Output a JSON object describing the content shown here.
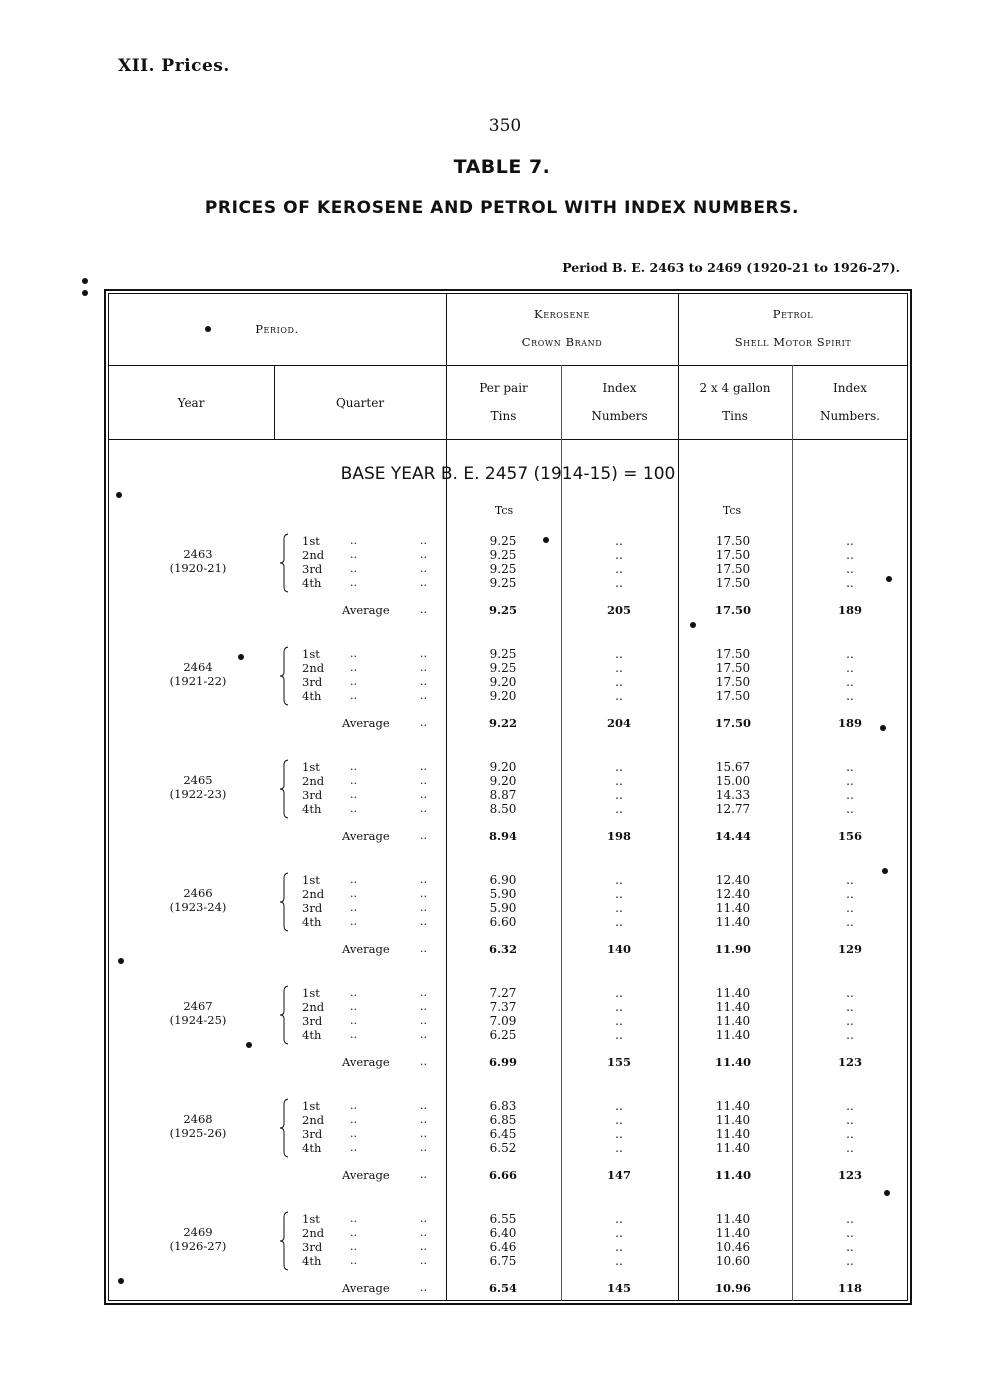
{
  "page": {
    "section_heading": "XII. Prices.",
    "page_number": "350",
    "table_number": "TABLE 7.",
    "title": "PRICES OF KEROSENE AND PETROL WITH INDEX NUMBERS.",
    "period_range": "Period B. E. 2463 to 2469 (1920-21 to 1926-27)."
  },
  "header": {
    "period": "Period.",
    "year": "Year",
    "quarter": "Quarter",
    "kerosene_group": "Kerosene",
    "kerosene_brand": "Crown Brand",
    "petrol_group": "Petrol",
    "petrol_brand": "Shell Motor Spirit",
    "kero_price_line1": "Per pair",
    "kero_price_line2": "Tins",
    "kero_index_line1": "Index",
    "kero_index_line2": "Numbers",
    "petrol_price_line1": "2 x 4 gallon",
    "petrol_price_line2": "Tins",
    "petrol_index_line1": "Index",
    "petrol_index_line2": "Numbers."
  },
  "base_year": "BASE YEAR B. E. 2457 (1914-15) = 100",
  "units": {
    "kerosene": "Tcs",
    "petrol": "Tcs"
  },
  "labels": {
    "average": "Average",
    "dots": "..",
    "q1": "1st",
    "q2": "2nd",
    "q3": "3rd",
    "q4": "4th"
  },
  "rows": [
    {
      "year": "2463",
      "span": "(1920-21)",
      "kero": [
        "9.25",
        "9.25",
        "9.25",
        "9.25"
      ],
      "kero_idx": [
        "..",
        "..",
        "..",
        ".."
      ],
      "petrol": [
        "17.50",
        "17.50",
        "17.50",
        "17.50"
      ],
      "petrol_idx": [
        "..",
        "..",
        "..",
        ".."
      ],
      "avg": {
        "kero": "9.25",
        "kero_idx": "205",
        "petrol": "17.50",
        "petrol_idx": "189"
      }
    },
    {
      "year": "2464",
      "span": "(1921-22)",
      "kero": [
        "9.25",
        "9.25",
        "9.20",
        "9.20"
      ],
      "kero_idx": [
        "..",
        "..",
        "..",
        ".."
      ],
      "petrol": [
        "17.50",
        "17.50",
        "17.50",
        "17.50"
      ],
      "petrol_idx": [
        "..",
        "..",
        "..",
        ".."
      ],
      "avg": {
        "kero": "9.22",
        "kero_idx": "204",
        "petrol": "17.50",
        "petrol_idx": "189"
      }
    },
    {
      "year": "2465",
      "span": "(1922-23)",
      "kero": [
        "9.20",
        "9.20",
        "8.87",
        "8.50"
      ],
      "kero_idx": [
        "..",
        "..",
        "..",
        ".."
      ],
      "petrol": [
        "15.67",
        "15.00",
        "14.33",
        "12.77"
      ],
      "petrol_idx": [
        "..",
        "..",
        "..",
        ".."
      ],
      "avg": {
        "kero": "8.94",
        "kero_idx": "198",
        "petrol": "14.44",
        "petrol_idx": "156"
      }
    },
    {
      "year": "2466",
      "span": "(1923-24)",
      "kero": [
        "6.90",
        "5.90",
        "5.90",
        "6.60"
      ],
      "kero_idx": [
        "..",
        "..",
        "..",
        ".."
      ],
      "petrol": [
        "12.40",
        "12.40",
        "11.40",
        "11.40"
      ],
      "petrol_idx": [
        "..",
        "..",
        "..",
        ".."
      ],
      "avg": {
        "kero": "6.32",
        "kero_idx": "140",
        "petrol": "11.90",
        "petrol_idx": "129"
      }
    },
    {
      "year": "2467",
      "span": "(1924-25)",
      "kero": [
        "7.27",
        "7.37",
        "7.09",
        "6.25"
      ],
      "kero_idx": [
        "..",
        "..",
        "..",
        ".."
      ],
      "petrol": [
        "11.40",
        "11.40",
        "11.40",
        "11.40"
      ],
      "petrol_idx": [
        "..",
        "..",
        "..",
        ".."
      ],
      "avg": {
        "kero": "6.99",
        "kero_idx": "155",
        "petrol": "11.40",
        "petrol_idx": "123"
      }
    },
    {
      "year": "2468",
      "span": "(1925-26)",
      "kero": [
        "6.83",
        "6.85",
        "6.45",
        "6.52"
      ],
      "kero_idx": [
        "..",
        "..",
        "..",
        ".."
      ],
      "petrol": [
        "11.40",
        "11.40",
        "11.40",
        "11.40"
      ],
      "petrol_idx": [
        "..",
        "..",
        "..",
        ".."
      ],
      "avg": {
        "kero": "6.66",
        "kero_idx": "147",
        "petrol": "11.40",
        "petrol_idx": "123"
      }
    },
    {
      "year": "2469",
      "span": "(1926-27)",
      "kero": [
        "6.55",
        "6.40",
        "6.46",
        "6.75"
      ],
      "kero_idx": [
        "..",
        "..",
        "..",
        ".."
      ],
      "petrol": [
        "11.40",
        "11.40",
        "10.46",
        "10.60"
      ],
      "petrol_idx": [
        "..",
        "..",
        "..",
        ".."
      ],
      "avg": {
        "kero": "6.54",
        "kero_idx": "145",
        "petrol": "10.96",
        "petrol_idx": "118"
      }
    }
  ]
}
